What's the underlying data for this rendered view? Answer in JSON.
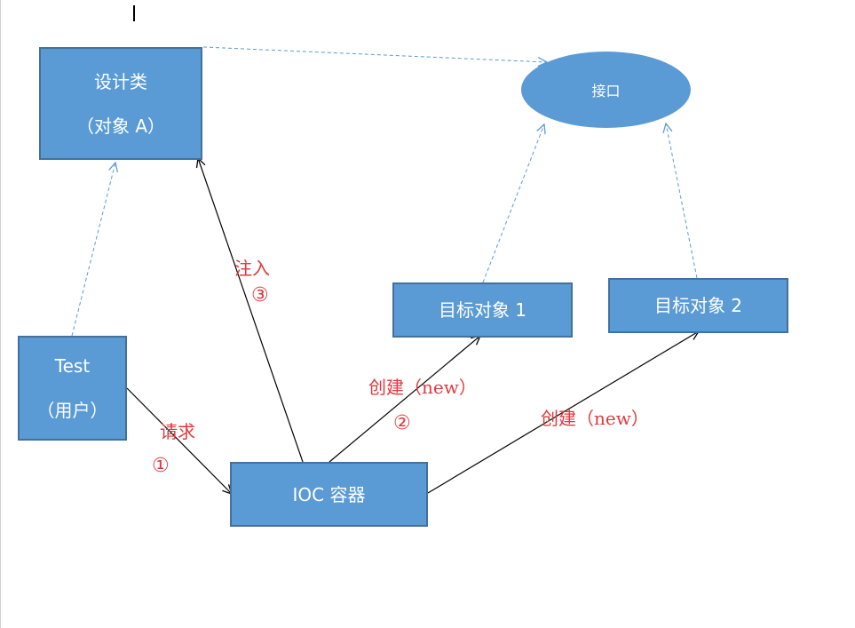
{
  "nodes": {
    "design_class": {
      "line1": "设计类",
      "line2": "（对象 A）"
    },
    "interface": {
      "label": "接口"
    },
    "target1": {
      "label": "目标对象 1"
    },
    "target2": {
      "label": "目标对象 2"
    },
    "test_user": {
      "line1": "Test",
      "line2": "（用户）"
    },
    "ioc": {
      "label": "IOC 容器"
    }
  },
  "edges": {
    "request": {
      "label": "请求",
      "step": "①"
    },
    "create1": {
      "label": "创建（new）",
      "step": "②"
    },
    "inject": {
      "label": "注入",
      "step": "③"
    },
    "create2": {
      "label": "创建（new）"
    }
  },
  "colors": {
    "box_fill": "#5b9bd5",
    "box_border": "#41719c",
    "label_red": "#e0393e",
    "dashed_line": "#5b9bd5",
    "solid_line": "#000000"
  }
}
